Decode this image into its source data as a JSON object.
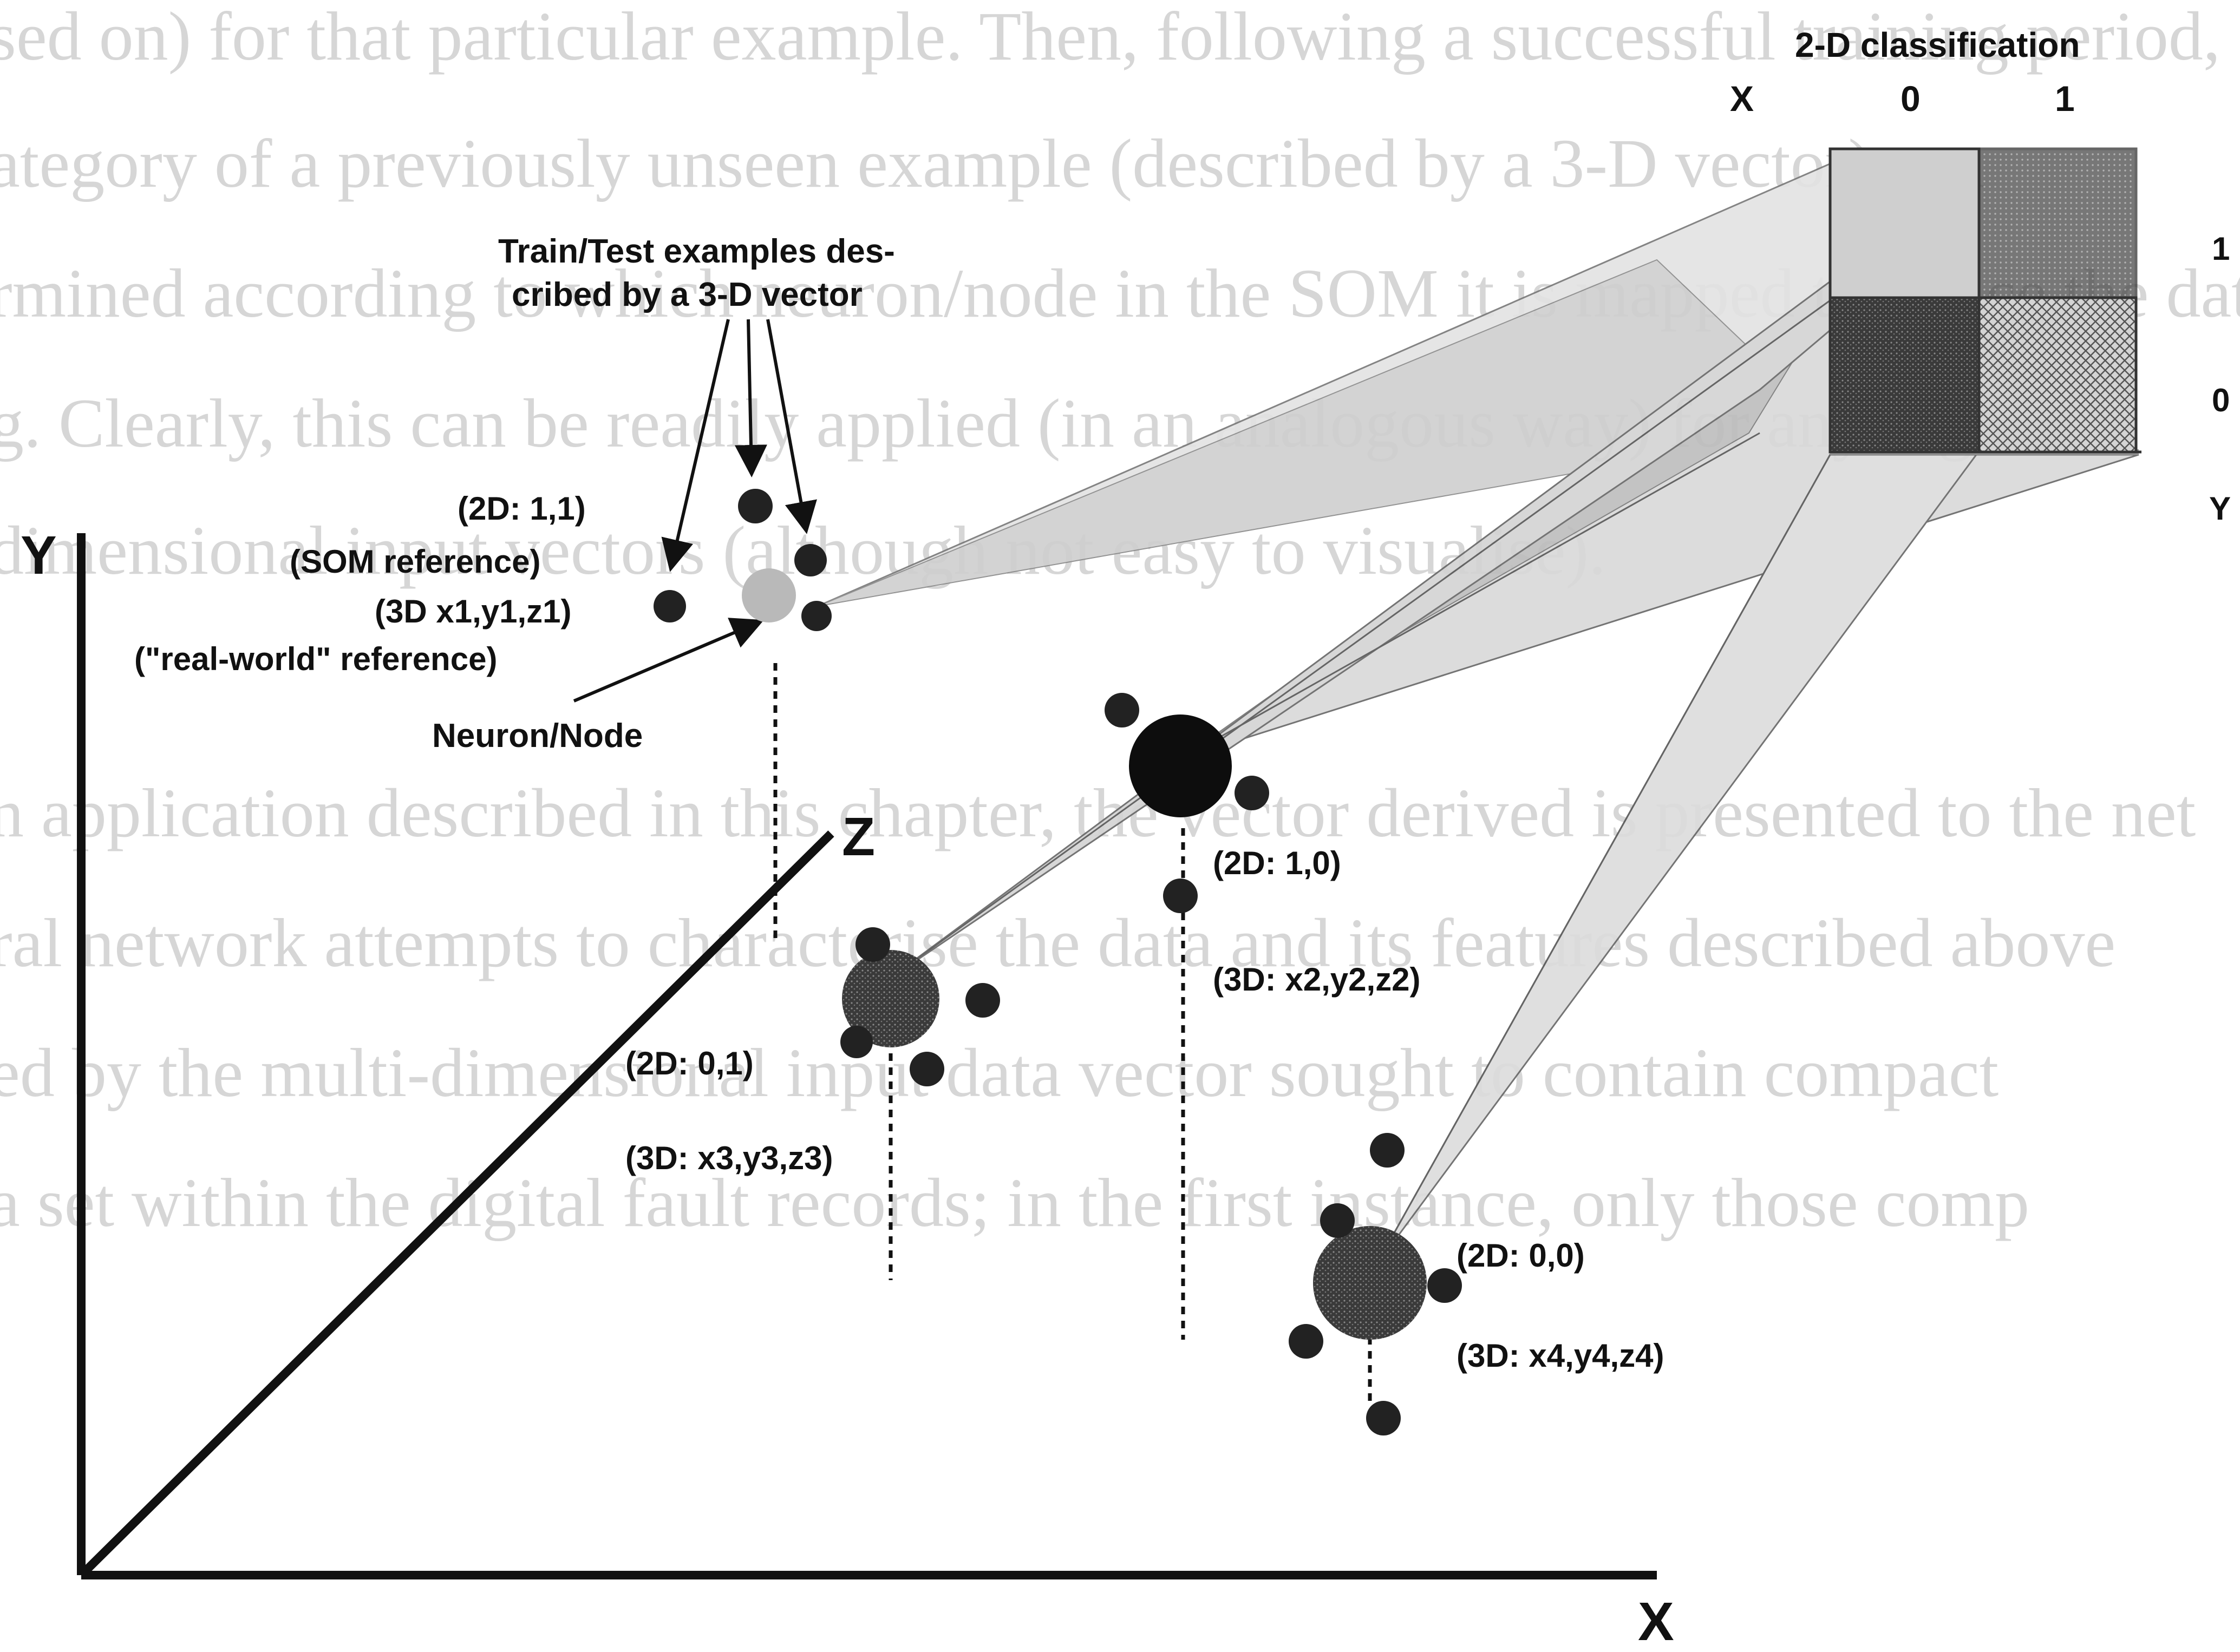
{
  "background_text_lines": [
    "sed on) for that particular example. Then, following a successful training period,",
    "ategory of a previously unseen example (described by a 3-D vector) can",
    "rmined according to which neuron/node in the SOM it is mapped to. Once the data are",
    "g. Clearly, this can be readily applied (in an analogous way) for any higher",
    "dimensional input vectors (although not easy to visualise).",
    "n application described in this chapter, the vector derived is presented to the net",
    "ral network attempts to characterise the data and its features described above",
    "ed by the multi-dimensional input data vector sought to contain compact",
    "a set within the digital fault records; in the first instance, only those comp"
  ],
  "classification": {
    "title": "2-D classification",
    "x_header": "X",
    "col_labels": [
      "0",
      "1"
    ],
    "row_labels": [
      "1",
      "0"
    ],
    "y_label": "Y",
    "cell_colors": {
      "c01": "#cfcfcf",
      "c11": "#8a8a8a",
      "c00": "#5a5a5a",
      "c10": "#bdbdbd"
    }
  },
  "labels": {
    "train_test": [
      "Train/Test examples des-",
      "cribed by a 3-D vector"
    ],
    "node1_2d": "(2D: 1,1)",
    "som_ref": "(SOM reference)",
    "node1_3d": "(3D x1,y1,z1)",
    "real_world": "(\"real-world\" reference)",
    "neuron_node": "Neuron/Node",
    "node2_2d": "(2D: 1,0)",
    "node2_3d": "(3D: x2,y2,z2)",
    "node3_2d": "(2D: 0,1)",
    "node3_3d": "(3D: x3,y3,z3)",
    "node4_2d": "(2D: 0,0)",
    "node4_3d": "(3D: x4,y4,z4)"
  },
  "axes": {
    "y": "Y",
    "z": "Z",
    "x": "X"
  },
  "colors": {
    "ink": "#111111",
    "ghost_text": "#d6d6d6",
    "beam_light": "#e6e6e6",
    "beam_mid": "#c4c4c4"
  }
}
